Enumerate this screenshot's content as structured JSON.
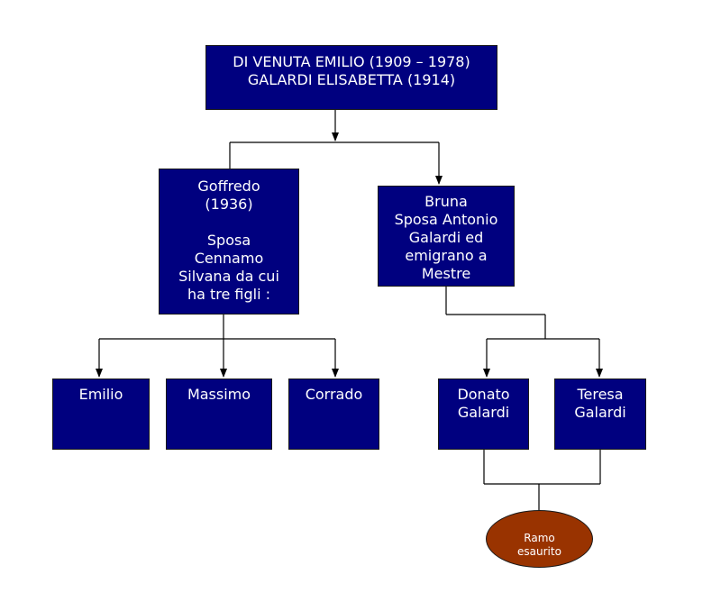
{
  "diagram": {
    "root": "DI  VENUTA EMILIO (1909 – 1978)\nGALARDI ELISABETTA (1914)",
    "children": {
      "goffredo": "Goffredo\n(1936)\n\nSposa\nCennamo\nSilvana da cui\nha tre figli :",
      "bruna": "Bruna\nSposa Antonio\nGalardi ed\nemigrano a\nMestre"
    },
    "grandchildren": {
      "emilio": "Emilio",
      "massimo": "Massimo",
      "corrado": "Corrado",
      "donato": "Donato\nGalardi",
      "teresa": "Teresa\nGalardi"
    },
    "terminal": "Ramo\nesaurito"
  },
  "colors": {
    "node_fill": "#00007f",
    "node_text": "#ffffff",
    "terminal_fill": "#993300",
    "connector": "#000000"
  }
}
